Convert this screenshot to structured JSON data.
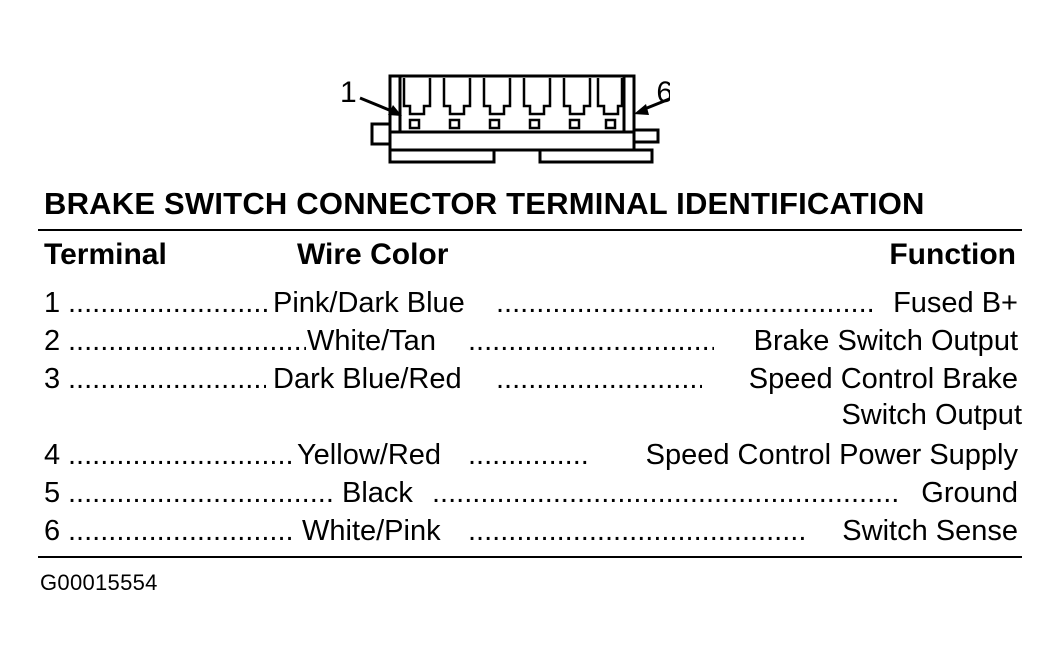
{
  "connector": {
    "pin_first_label": "1",
    "pin_last_label": "6"
  },
  "title": "BRAKE SWITCH CONNECTOR TERMINAL IDENTIFICATION",
  "headers": {
    "terminal": "Terminal",
    "wire_color": "Wire Color",
    "function": "Function"
  },
  "rows": [
    {
      "terminal": "1",
      "wire_color": "Pink/Dark Blue",
      "function": "Fused B+"
    },
    {
      "terminal": "2",
      "wire_color": "White/Tan",
      "function": "Brake Switch Output"
    },
    {
      "terminal": "3",
      "wire_color": "Dark Blue/Red",
      "function": "Speed Control Brake",
      "function_cont": "Switch Output"
    },
    {
      "terminal": "4",
      "wire_color": "Yellow/Red",
      "function": "Speed Control Power Supply"
    },
    {
      "terminal": "5",
      "wire_color": "Black",
      "function": "Ground"
    },
    {
      "terminal": "6",
      "wire_color": "White/Pink",
      "function": "Switch Sense"
    }
  ],
  "figure_id": "G00015554"
}
